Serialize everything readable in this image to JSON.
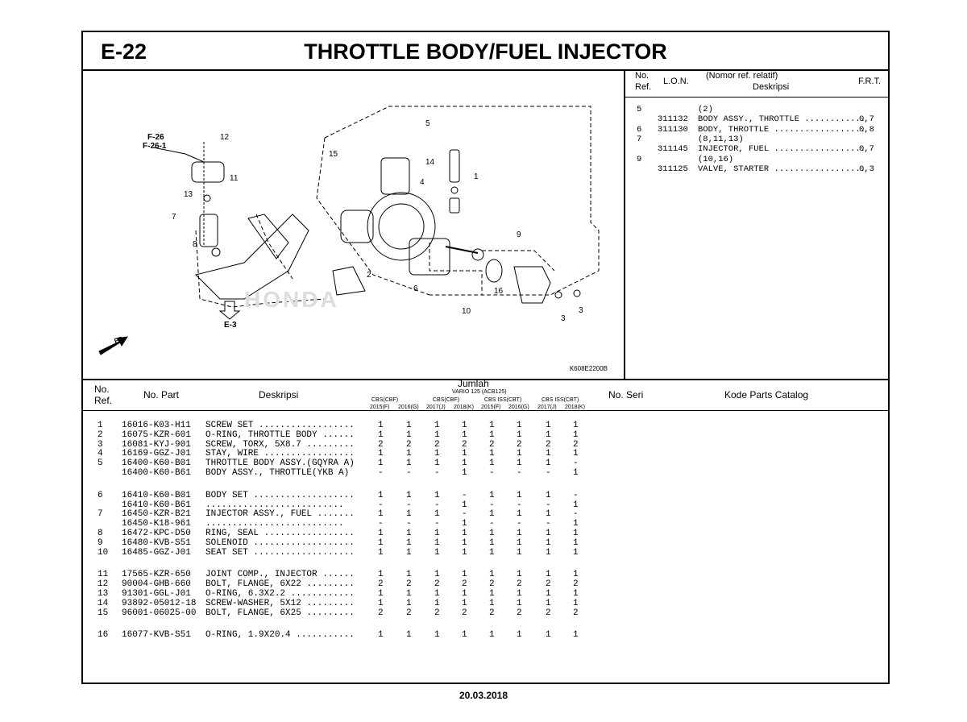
{
  "header": {
    "code": "E-22",
    "title": "THROTTLE BODY/FUEL INJECTOR"
  },
  "diagram": {
    "refs": [
      "F-26",
      "F-26-1",
      "E-3",
      "FR.",
      "HONDA"
    ],
    "callouts": [
      "12",
      "11",
      "13",
      "7",
      "8",
      "5",
      "15",
      "14",
      "4",
      "1",
      "9",
      "2",
      "6",
      "16",
      "10",
      "3",
      "3"
    ],
    "image_code": "K608E2200B"
  },
  "side": {
    "headers": {
      "no": "No.",
      "ref": "Ref.",
      "lon": "L.O.N.",
      "nomor": "(Nomor ref. relatif)",
      "deskripsi": "Deskripsi",
      "frt": "F.R.T."
    },
    "rows": [
      {
        "no": "5",
        "lon": "",
        "desc": "(2)",
        "frt": ""
      },
      {
        "no": "",
        "lon": "311132",
        "desc": "BODY ASSY., THROTTLE ............",
        "frt": "0,7"
      },
      {
        "no": "6",
        "lon": "311130",
        "desc": "BODY, THROTTLE ..................",
        "frt": "0,8"
      },
      {
        "no": "7",
        "lon": "",
        "desc": "(8,11,13)",
        "frt": ""
      },
      {
        "no": "",
        "lon": "311145",
        "desc": "INJECTOR, FUEL ..................",
        "frt": "0,7"
      },
      {
        "no": "9",
        "lon": "",
        "desc": "(10,16)",
        "frt": ""
      },
      {
        "no": "",
        "lon": "311125",
        "desc": "VALVE, STARTER ..................",
        "frt": "0,3"
      }
    ]
  },
  "table": {
    "headers": {
      "no": "No.",
      "ref": "Ref.",
      "part": "No. Part",
      "desc": "Deskripsi",
      "jumlah": "Jumlah",
      "model": "VARIO 125 (ACB125)",
      "seri": "No. Seri",
      "kode": "Kode Parts Catalog"
    },
    "groups": [
      "CBS(CBF)",
      "CBS(CBF)",
      "CBS ISS(CBT)",
      "CBS ISS(CBT)"
    ],
    "years": [
      "2015(F)",
      "2016(G)",
      "2017(J)",
      "2018(K)",
      "2015(F)",
      "2016(G)",
      "2017(J)",
      "2018(K)"
    ],
    "rows": [
      {
        "ref": "1",
        "part": "16016-K03-H11",
        "desc": "SCREW SET ..................",
        "q": [
          "1",
          "1",
          "1",
          "1",
          "1",
          "1",
          "1",
          "1"
        ]
      },
      {
        "ref": "2",
        "part": "16075-KZR-601",
        "desc": "O-RING, THROTTLE BODY ......",
        "q": [
          "1",
          "1",
          "1",
          "1",
          "1",
          "1",
          "1",
          "1"
        ]
      },
      {
        "ref": "3",
        "part": "16081-KYJ-901",
        "desc": "SCREW, TORX, 5X8.7 .........",
        "q": [
          "2",
          "2",
          "2",
          "2",
          "2",
          "2",
          "2",
          "2"
        ]
      },
      {
        "ref": "4",
        "part": "16169-GGZ-J01",
        "desc": "STAY, WIRE .................",
        "q": [
          "1",
          "1",
          "1",
          "1",
          "1",
          "1",
          "1",
          "1"
        ]
      },
      {
        "ref": "5",
        "part": "16400-K60-B01",
        "desc": "THROTTLE BODY ASSY.(GQYRA A)",
        "q": [
          "1",
          "1",
          "1",
          "1",
          "1",
          "1",
          "1",
          "-"
        ]
      },
      {
        "ref": "",
        "part": "16400-K60-B61",
        "desc": "BODY ASSY., THROTTLE(YKB A)",
        "q": [
          "-",
          "-",
          "-",
          "1",
          "-",
          "-",
          "-",
          "1"
        ]
      },
      {
        "ref": "6",
        "part": "16410-K60-B01",
        "desc": "BODY SET ...................",
        "q": [
          "1",
          "1",
          "1",
          "-",
          "1",
          "1",
          "1",
          "-"
        ]
      },
      {
        "ref": "",
        "part": "16410-K60-B61",
        "desc": "..........................",
        "q": [
          "-",
          "-",
          "-",
          "1",
          "-",
          "-",
          "-",
          "1"
        ]
      },
      {
        "ref": "7",
        "part": "16450-KZR-B21",
        "desc": "INJECTOR ASSY., FUEL .......",
        "q": [
          "1",
          "1",
          "1",
          "-",
          "1",
          "1",
          "1",
          "-"
        ]
      },
      {
        "ref": "",
        "part": "16450-K18-961",
        "desc": "..........................",
        "q": [
          "-",
          "-",
          "-",
          "1",
          "-",
          "-",
          "-",
          "1"
        ]
      },
      {
        "ref": "8",
        "part": "16472-KPC-D50",
        "desc": "RING, SEAL .................",
        "q": [
          "1",
          "1",
          "1",
          "1",
          "1",
          "1",
          "1",
          "1"
        ]
      },
      {
        "ref": "9",
        "part": "16480-KVB-S51",
        "desc": "SOLENOID ...................",
        "q": [
          "1",
          "1",
          "1",
          "1",
          "1",
          "1",
          "1",
          "1"
        ]
      },
      {
        "ref": "10",
        "part": "16485-GGZ-J01",
        "desc": "SEAT SET ...................",
        "q": [
          "1",
          "1",
          "1",
          "1",
          "1",
          "1",
          "1",
          "1"
        ]
      },
      {
        "ref": "11",
        "part": "17565-KZR-650",
        "desc": "JOINT COMP., INJECTOR ......",
        "q": [
          "1",
          "1",
          "1",
          "1",
          "1",
          "1",
          "1",
          "1"
        ]
      },
      {
        "ref": "12",
        "part": "90004-GHB-660",
        "desc": "BOLT, FLANGE, 6X22 .........",
        "q": [
          "2",
          "2",
          "2",
          "2",
          "2",
          "2",
          "2",
          "2"
        ]
      },
      {
        "ref": "13",
        "part": "91301-GGL-J01",
        "desc": "O-RING, 6.3X2.2 ............",
        "q": [
          "1",
          "1",
          "1",
          "1",
          "1",
          "1",
          "1",
          "1"
        ]
      },
      {
        "ref": "14",
        "part": "93892-05012-18",
        "desc": "SCREW-WASHER, 5X12 .........",
        "q": [
          "1",
          "1",
          "1",
          "1",
          "1",
          "1",
          "1",
          "1"
        ]
      },
      {
        "ref": "15",
        "part": "96001-06025-00",
        "desc": "BOLT, FLANGE, 6X25 .........",
        "q": [
          "2",
          "2",
          "2",
          "2",
          "2",
          "2",
          "2",
          "2"
        ]
      },
      {
        "ref": "16",
        "part": "16077-KVB-S51",
        "desc": "O-RING, 1.9X20.4 ...........",
        "q": [
          "1",
          "1",
          "1",
          "1",
          "1",
          "1",
          "1",
          "1"
        ]
      }
    ]
  },
  "footer": {
    "date": "20.03.2018"
  }
}
